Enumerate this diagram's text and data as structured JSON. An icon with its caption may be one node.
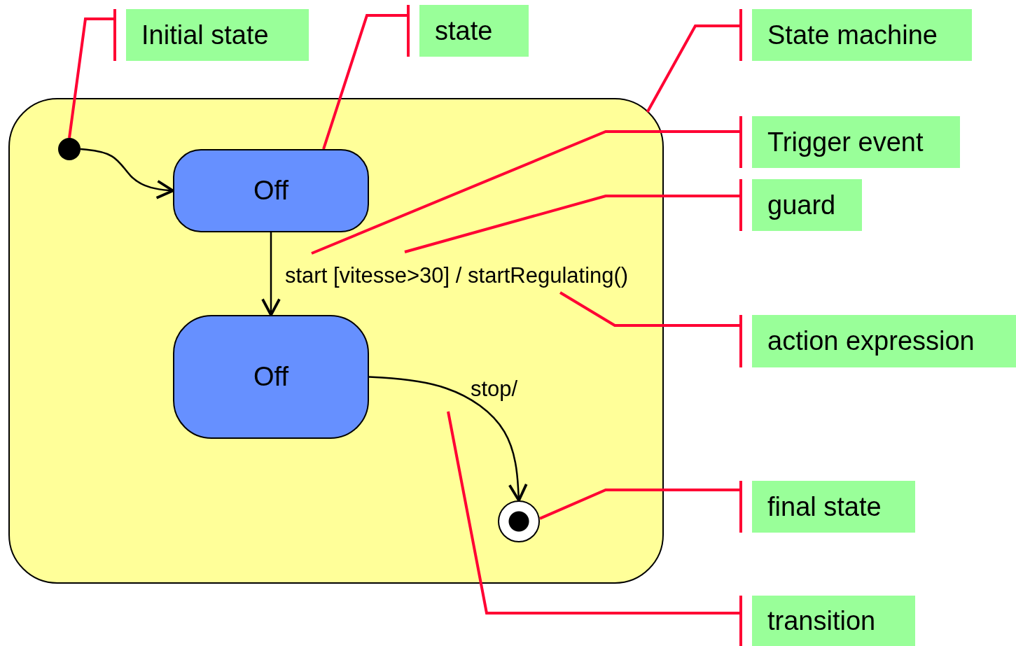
{
  "diagram": {
    "nodes": [
      {
        "text": [],
        "shape": "box"
      },
      {
        "text": [],
        "shape": "circle",
        "in": 0
      },
      {
        "text": [
          "Off"
        ],
        "in": 0
      },
      {
        "text": [
          "Off"
        ],
        "in": 0
      },
      {
        "text": [],
        "shape": "circle",
        "in": 0
      },
      {
        "text": [
          "Initial state"
        ]
      },
      {
        "text": [
          "state"
        ]
      },
      {
        "text": [
          "State machine"
        ]
      },
      {
        "text": [
          "Trigger event"
        ]
      },
      {
        "text": [
          "guard"
        ]
      },
      {
        "text": [
          "action expression"
        ]
      },
      {
        "text": [
          "final state"
        ]
      },
      {
        "text": [
          "transition"
        ]
      }
    ],
    "edges": [
      {
        "from": 1,
        "to": 2,
        "arrow": "to",
        "color": "#000000"
      },
      {
        "from": 2,
        "to": 3,
        "arrow": "to",
        "label": "start [vitesse>30] / startRegulating()",
        "color": "#000000"
      },
      {
        "from": 3,
        "to": 4,
        "arrow": "to",
        "label": "stop/",
        "color": "#000000"
      },
      {
        "from": 5,
        "to": 1,
        "arrow": "other"
      },
      {
        "from": 6,
        "to": 2,
        "arrow": "other"
      },
      {
        "from": 7,
        "to": 0,
        "arrow": "other"
      },
      {
        "from": 8,
        "to": null,
        "arrow": "other"
      },
      {
        "from": 9,
        "to": null,
        "arrow": "other"
      },
      {
        "from": 10,
        "to": null,
        "arrow": "other"
      },
      {
        "from": 11,
        "to": 4,
        "arrow": "other"
      },
      {
        "from": 12,
        "to": null,
        "arrow": "other"
      }
    ]
  }
}
